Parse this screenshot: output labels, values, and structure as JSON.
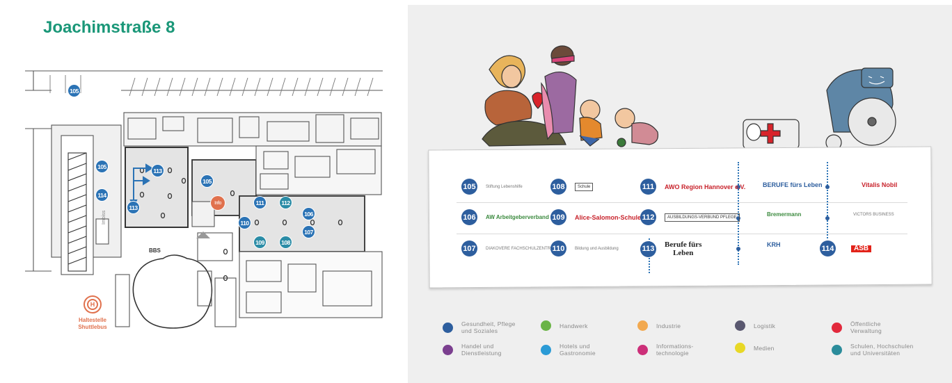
{
  "page": {
    "title": "Joachimstraße 8"
  },
  "map": {
    "markers": [
      {
        "label": "105",
        "color": "blue"
      },
      {
        "label": "105",
        "color": "blue"
      },
      {
        "label": "114",
        "color": "blue"
      },
      {
        "label": "113",
        "color": "blue"
      },
      {
        "label": "113",
        "color": "blue"
      },
      {
        "label": "105",
        "color": "blue"
      },
      {
        "label": "Info",
        "color": "info"
      },
      {
        "label": "111",
        "color": "blue"
      },
      {
        "label": "112",
        "color": "teal"
      },
      {
        "label": "106",
        "color": "blue"
      },
      {
        "label": "110",
        "color": "blue"
      },
      {
        "label": "107",
        "color": "blue"
      },
      {
        "label": "109",
        "color": "teal"
      },
      {
        "label": "108",
        "color": "teal"
      }
    ],
    "stop_label_line1": "Haltestelle",
    "stop_label_line2": "Shuttlebus",
    "stop_glyph": "H",
    "imbiss_label": "Imbiss",
    "colors": {
      "stop": "#e0714d",
      "marker": "#2b73b5",
      "title": "#1a9778"
    }
  },
  "board": {
    "booths": [
      {
        "number": "105",
        "logo": "Stiftung Lebenshilfe",
        "logo_style": "tiny"
      },
      {
        "number": "106",
        "logo": "AW Arbeitgeberverband",
        "logo_style": "green"
      },
      {
        "number": "107",
        "logo": "DIAKOVERE FACHSCHULZENTRUM",
        "logo_style": "tiny"
      },
      {
        "number": "108",
        "logo": "Schule",
        "logo_style": "box"
      },
      {
        "number": "109",
        "logo": "Alice-Salomon-Schule BBS",
        "logo_style": "red"
      },
      {
        "number": "110",
        "logo": "Bildung und Ausbildung",
        "logo_style": "tiny"
      },
      {
        "number": "111",
        "logo": "AWO Region Hannover e.V.",
        "logo_style": "red"
      },
      {
        "number": "112",
        "logo": "AUSBILDUNGS-VERBUND PFLEGE",
        "logo_style": "box"
      },
      {
        "number": "113",
        "logo_line1": "Berufe fürs",
        "logo_line2": "Leben",
        "logo_style": "big"
      },
      {
        "number": "114",
        "logo": "ASB",
        "logo_style": "asb"
      }
    ],
    "unnumbered": [
      {
        "logo": "BERUFE fürs Leben"
      },
      {
        "logo": "Bremermann"
      },
      {
        "logo": "KRH"
      },
      {
        "logo": "Vitalis Nobil"
      },
      {
        "logo": "VICTORS BUSINESS"
      }
    ]
  },
  "legend": [
    {
      "label_line1": "Gesundheit, Pflege",
      "label_line2": "und Soziales",
      "color": "#2d5e9e"
    },
    {
      "label_line1": "Handwerk",
      "label_line2": "",
      "color": "#6ab446"
    },
    {
      "label_line1": "Industrie",
      "label_line2": "",
      "color": "#f2a950"
    },
    {
      "label_line1": "Logistik",
      "label_line2": "",
      "color": "#5a5870"
    },
    {
      "label_line1": "Öffentliche",
      "label_line2": "Verwaltung",
      "color": "#e2293c"
    },
    {
      "label_line1": "Handel und",
      "label_line2": "Dienstleistung",
      "color": "#7b3f8f"
    },
    {
      "label_line1": "Hotels und",
      "label_line2": "Gastronomie",
      "color": "#2b9bd6"
    },
    {
      "label_line1": "Informations-",
      "label_line2": "technologie",
      "color": "#cc2f79"
    },
    {
      "label_line1": "Medien",
      "label_line2": "",
      "color": "#e8d826"
    },
    {
      "label_line1": "Schulen, Hochschulen",
      "label_line2": "und Universitäten",
      "color": "#2b8c9b"
    }
  ]
}
